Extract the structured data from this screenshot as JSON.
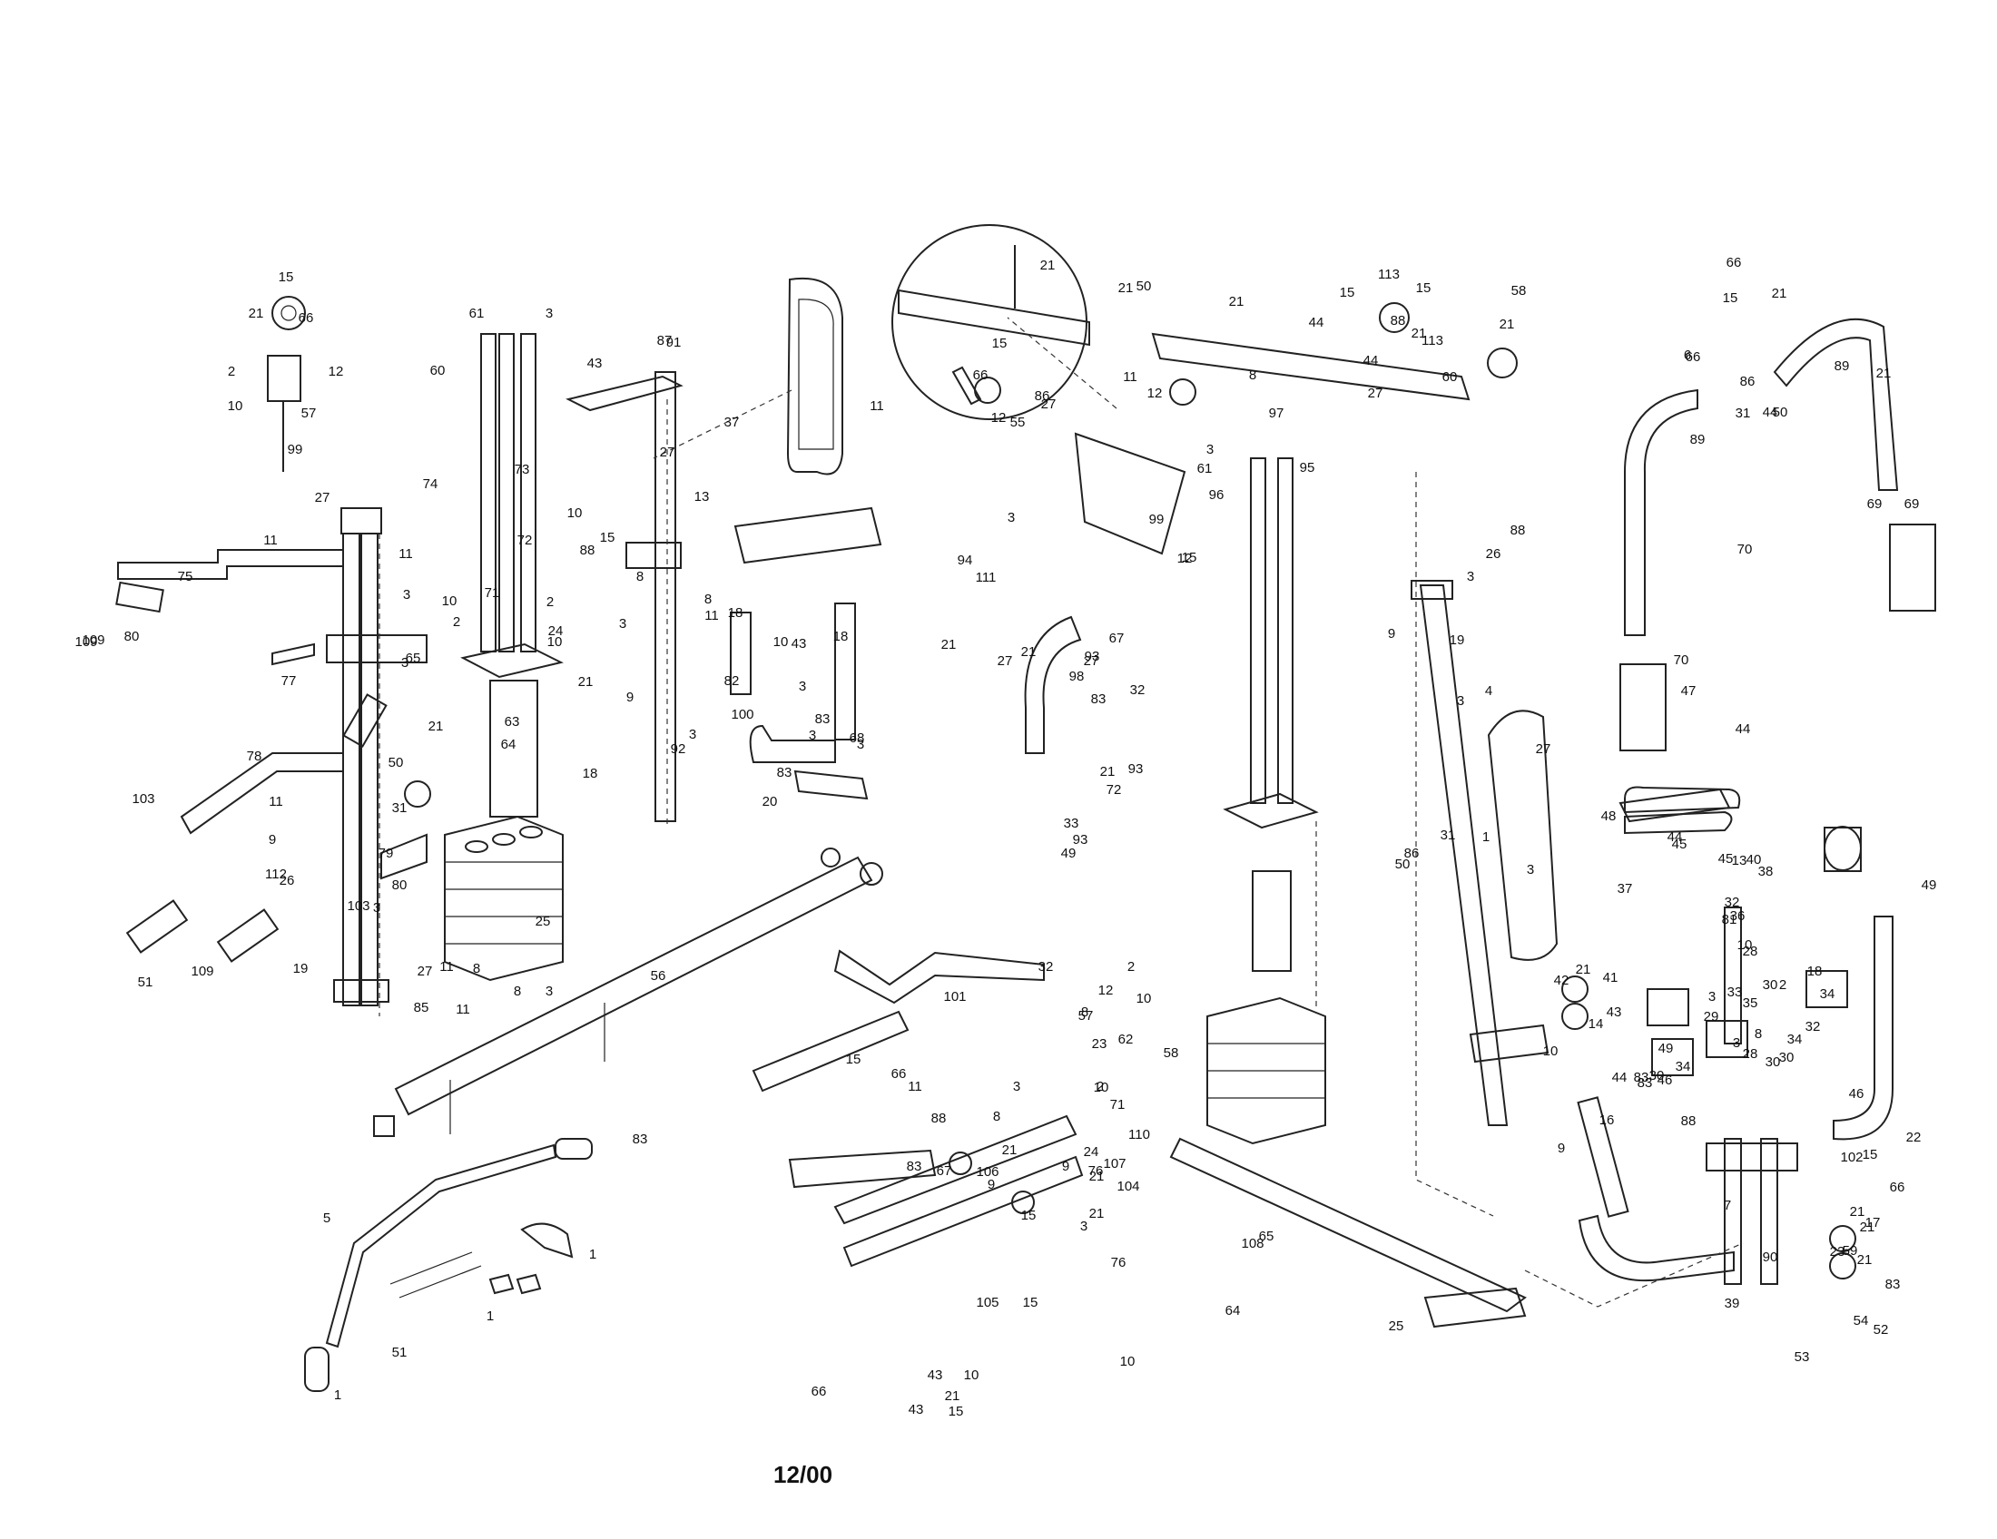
{
  "date_code": "12/00",
  "callouts": [
    "15",
    "66",
    "21",
    "2",
    "12",
    "10",
    "57",
    "99",
    "61",
    "3",
    "60",
    "73",
    "72",
    "71",
    "10",
    "2",
    "24",
    "65",
    "63",
    "64",
    "25",
    "74",
    "27",
    "11",
    "75",
    "109",
    "80",
    "11",
    "3",
    "77",
    "3",
    "109",
    "21",
    "78",
    "11",
    "50",
    "31",
    "103",
    "9",
    "112",
    "79",
    "26",
    "80",
    "103",
    "109",
    "3",
    "51",
    "19",
    "11",
    "8",
    "11",
    "8",
    "27",
    "56",
    "85",
    "3",
    "87",
    "91",
    "27",
    "43",
    "10",
    "88",
    "15",
    "8",
    "2",
    "10",
    "3",
    "9",
    "21",
    "3",
    "92",
    "18",
    "37",
    "13",
    "11",
    "8",
    "18",
    "10",
    "18",
    "43",
    "11",
    "3",
    "82",
    "83",
    "100",
    "3",
    "83",
    "68",
    "20",
    "3",
    "21",
    "15",
    "66",
    "12",
    "27",
    "55",
    "86",
    "21",
    "50",
    "21",
    "11",
    "12",
    "8",
    "15",
    "44",
    "113",
    "15",
    "88",
    "21",
    "113",
    "58",
    "21",
    "44",
    "27",
    "60",
    "61",
    "3",
    "96",
    "95",
    "97",
    "12",
    "3",
    "99",
    "15",
    "94",
    "111",
    "21",
    "27",
    "21",
    "93",
    "67",
    "27",
    "98",
    "83",
    "32",
    "72",
    "93",
    "21",
    "93",
    "33",
    "49",
    "32",
    "8",
    "101",
    "15",
    "66",
    "3",
    "11",
    "8",
    "88",
    "83",
    "21",
    "67",
    "106",
    "9",
    "107",
    "9",
    "21",
    "76",
    "15",
    "104",
    "21",
    "110",
    "105",
    "15",
    "76",
    "10",
    "43",
    "10",
    "43",
    "15",
    "21",
    "66",
    "2",
    "12",
    "10",
    "57",
    "23",
    "62",
    "58",
    "71",
    "10",
    "2",
    "24",
    "3",
    "65",
    "108",
    "64",
    "25",
    "88",
    "26",
    "3",
    "9",
    "19",
    "3",
    "4",
    "1",
    "27",
    "86",
    "31",
    "50",
    "3",
    "21",
    "42",
    "41",
    "43",
    "10",
    "14",
    "66",
    "15",
    "21",
    "66",
    "6",
    "44",
    "86",
    "31",
    "89",
    "50",
    "89",
    "21",
    "69",
    "69",
    "70",
    "70",
    "47",
    "44",
    "45",
    "48",
    "44",
    "45",
    "13",
    "40",
    "38",
    "37",
    "32",
    "36",
    "81",
    "10",
    "18",
    "28",
    "30",
    "34",
    "2",
    "33",
    "3",
    "29",
    "34",
    "30",
    "35",
    "28",
    "30",
    "32",
    "8",
    "3",
    "34",
    "30",
    "44",
    "49",
    "83",
    "83",
    "46",
    "46",
    "49",
    "22",
    "16",
    "9",
    "88",
    "15",
    "102",
    "66",
    "21",
    "7",
    "17",
    "21",
    "23",
    "59",
    "21",
    "90",
    "83",
    "54",
    "39",
    "52",
    "53",
    "83",
    "5",
    "1",
    "51",
    "1",
    "1"
  ]
}
